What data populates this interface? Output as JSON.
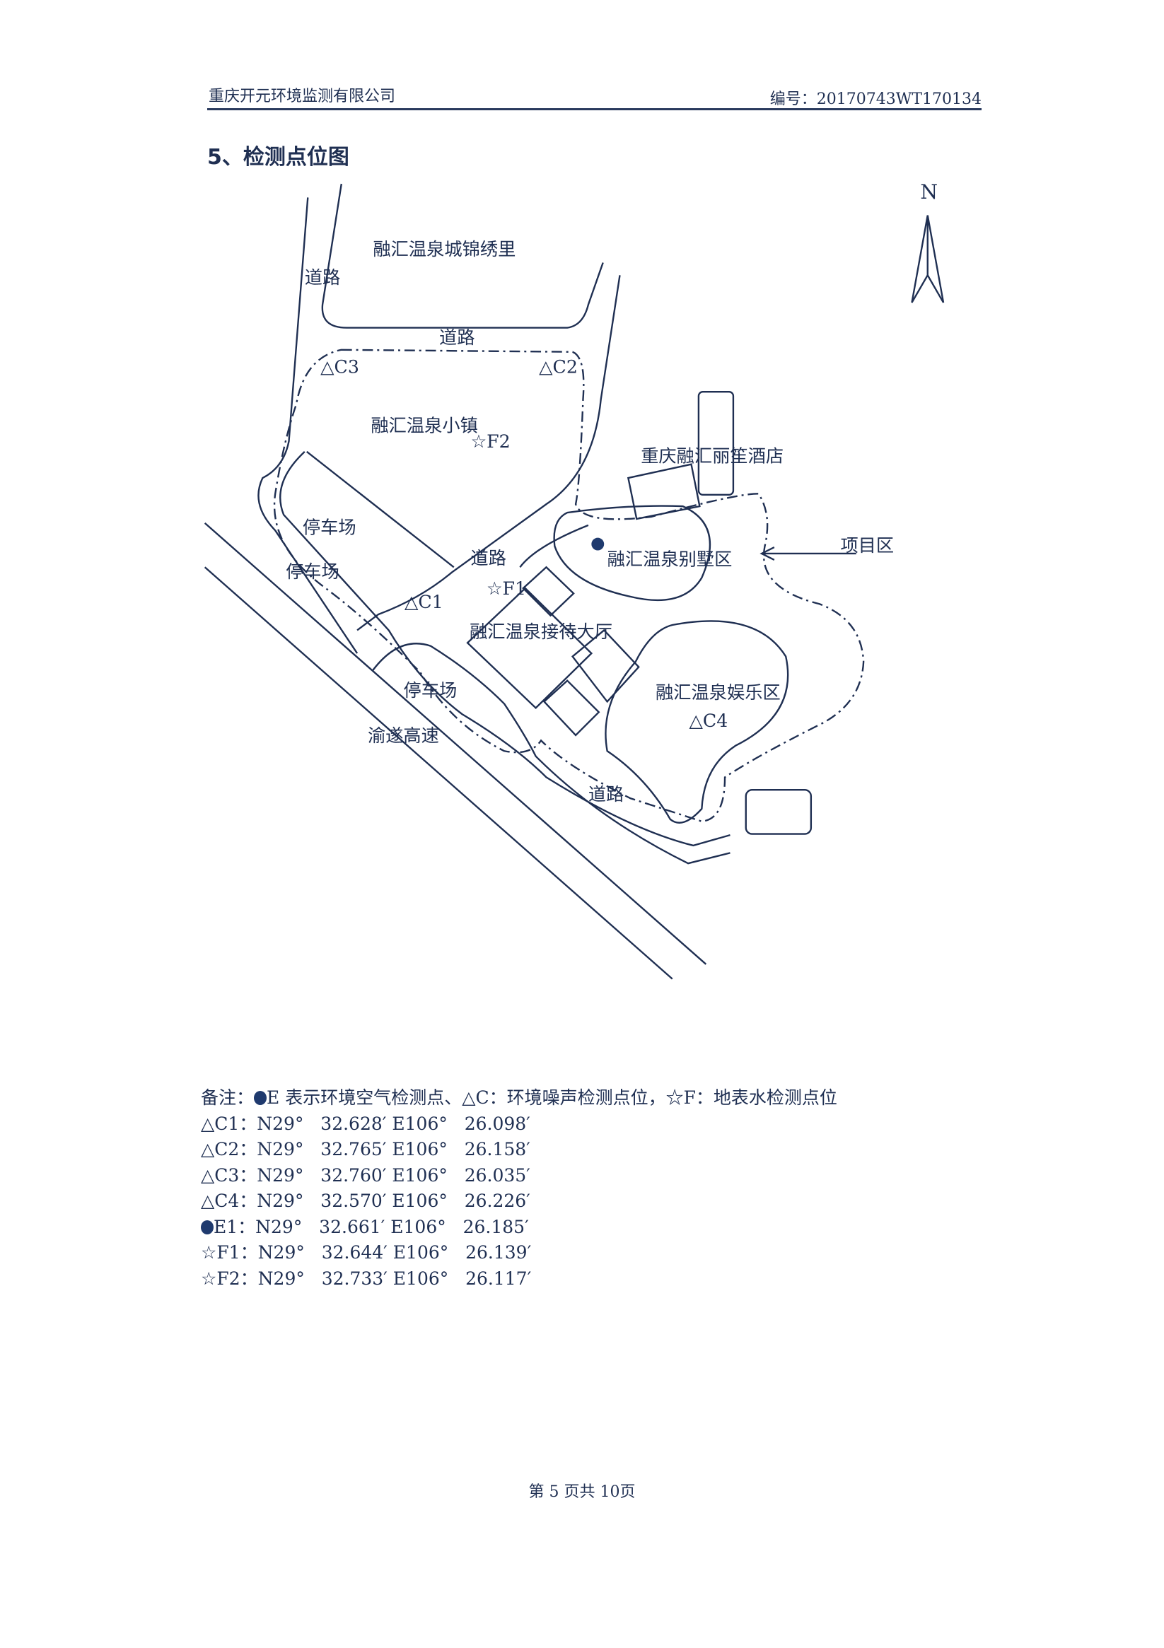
{
  "header": {
    "company": "重庆开元环境监测有限公司",
    "doc_no": "编号：20170743WT170134"
  },
  "section_title": "5、检测点位图",
  "map": {
    "north": "N",
    "labels": {
      "jinxiuli": "融汇温泉城锦绣里",
      "road1": "道路",
      "road2": "道路",
      "road3": "道路",
      "road4": "道路",
      "c3": "△C3",
      "c2": "△C2",
      "town": "融汇温泉小镇",
      "f2": "☆F2",
      "hotel": "重庆融汇丽笙酒店",
      "parking1": "停车场",
      "parking2": "停车场",
      "parking3": "停车场",
      "villa": "融汇温泉别墅区",
      "project": "项目区",
      "f1": "☆F1",
      "c1": "△C1",
      "lobby": "融汇温泉接待大厅",
      "ent": "融汇温泉娱乐区",
      "c4": "△C4",
      "highway": "渝遂高速"
    }
  },
  "notes": {
    "legend_prefix": "备注：",
    "legend_text": "E 表示环境空气检测点、△C：环境噪声检测点位，☆F：地表水检测点位",
    "rows": [
      {
        "id": "△C1：",
        "text": "N29°   32.628′ E106°   26.098′"
      },
      {
        "id": "△C2：",
        "text": "N29°   32.765′ E106°   26.158′"
      },
      {
        "id": "△C3：",
        "text": "N29°   32.760′ E106°   26.035′"
      },
      {
        "id": "△C4：",
        "text": "N29°   32.570′ E106°   26.226′"
      },
      {
        "id": "E1：",
        "text": "N29°   32.661′ E106°   26.185′",
        "dot": true
      },
      {
        "id": "☆F1：",
        "text": "N29°   32.644′ E106°   26.139′"
      },
      {
        "id": "☆F2：",
        "text": "N29°   32.733′ E106°   26.117′"
      }
    ]
  },
  "footer": "第 5 页共 10页"
}
